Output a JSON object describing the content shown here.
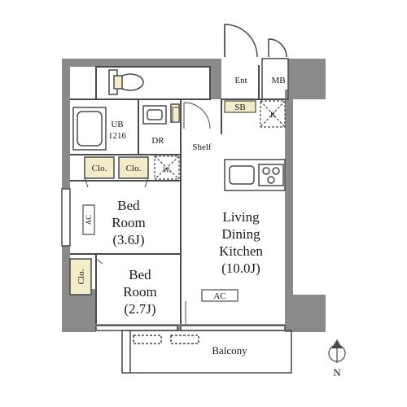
{
  "colors": {
    "wall": "#8a8a8a",
    "line": "#4a4a4a",
    "closet_fill": "#f3ecc8",
    "background": "#ffffff"
  },
  "rooms": {
    "ldk": {
      "line1": "Living",
      "line2": "Dining",
      "line3": "Kitchen",
      "size": "(10.0J)"
    },
    "bed1": {
      "line1": "Bed",
      "line2": "Room",
      "size": "(3.6J)"
    },
    "bed2": {
      "line1": "Bed",
      "line2": "Room",
      "size": "(2.7J)"
    },
    "balcony": "Balcony",
    "entrance": "Ent",
    "meter_box": "MB",
    "shoe_box": "SB",
    "unit_bath": {
      "line1": "UB",
      "line2": "1216"
    },
    "dressing_room": "DR",
    "shelf": "Shelf",
    "refrigerator": "R",
    "washer": "W."
  },
  "closets": {
    "clo1": "Clo.",
    "clo2": "Clo.",
    "clo3": "Clo."
  },
  "ac_labels": {
    "bed1": "AC",
    "ldk": "AC"
  },
  "compass": {
    "label": "N"
  }
}
